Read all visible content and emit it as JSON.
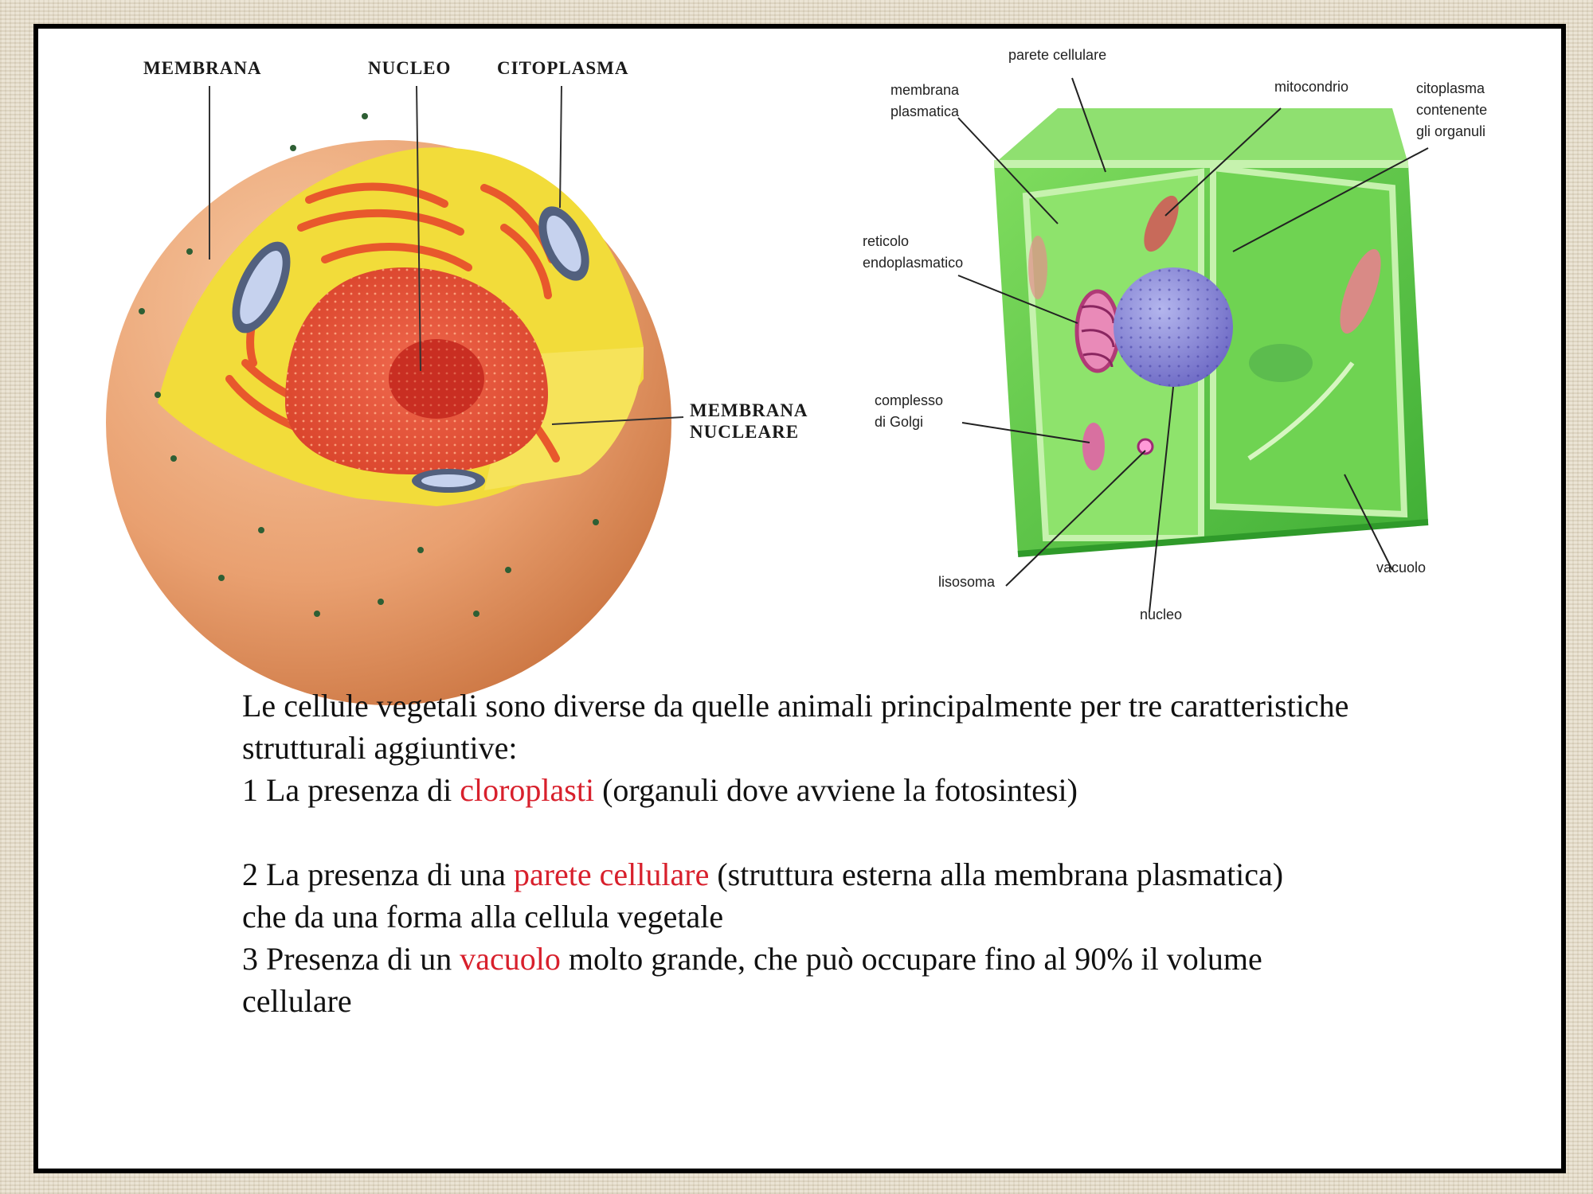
{
  "animal_cell": {
    "labels": {
      "membrana": "MEMBRANA",
      "nucleo": "NUCLEO",
      "citoplasma": "CITOPLASMA",
      "membrana_nucleare": "MEMBRANA\nNUCLEARE"
    }
  },
  "plant_cell": {
    "labels": {
      "parete_cellulare": "parete cellulare",
      "membrana_plasmatica": "membrana\nplasmatica",
      "mitocondrio": "mitocondrio",
      "citoplasma": "citoplasma\ncontenente\ngli organuli",
      "reticolo": "reticolo\nendoplasmatico",
      "golgi": "complesso\ndi Golgi",
      "lisosoma": "lisosoma",
      "nucleo": "nucleo",
      "vacuolo": "vacuolo"
    }
  },
  "text": {
    "intro": "Le cellule vegetali sono diverse da quelle animali principalmente per tre caratteristiche strutturali aggiuntive:",
    "p1_start": "1 La presenza di ",
    "p1_highlight": "cloroplasti",
    "p1_end": " (organuli dove avviene la fotosintesi)",
    "p2_start": "2 La presenza di una ",
    "p2_highlight": "parete cellulare",
    "p2_end": " (struttura esterna alla membrana plasmatica) che da una forma alla cellula vegetale",
    "p3_start": " 3 Presenza di un ",
    "p3_highlight": "vacuolo",
    "p3_end": " molto grande, che può occupare fino al 90% il volume cellulare"
  },
  "colors": {
    "highlight": "#d8202c",
    "cell_outer": "#e8a070",
    "cytoplasm": "#f2dc3a",
    "nucleus": "#e8503a",
    "plant_green": "#5cc843",
    "plant_nucleus": "#8a8ad6"
  }
}
